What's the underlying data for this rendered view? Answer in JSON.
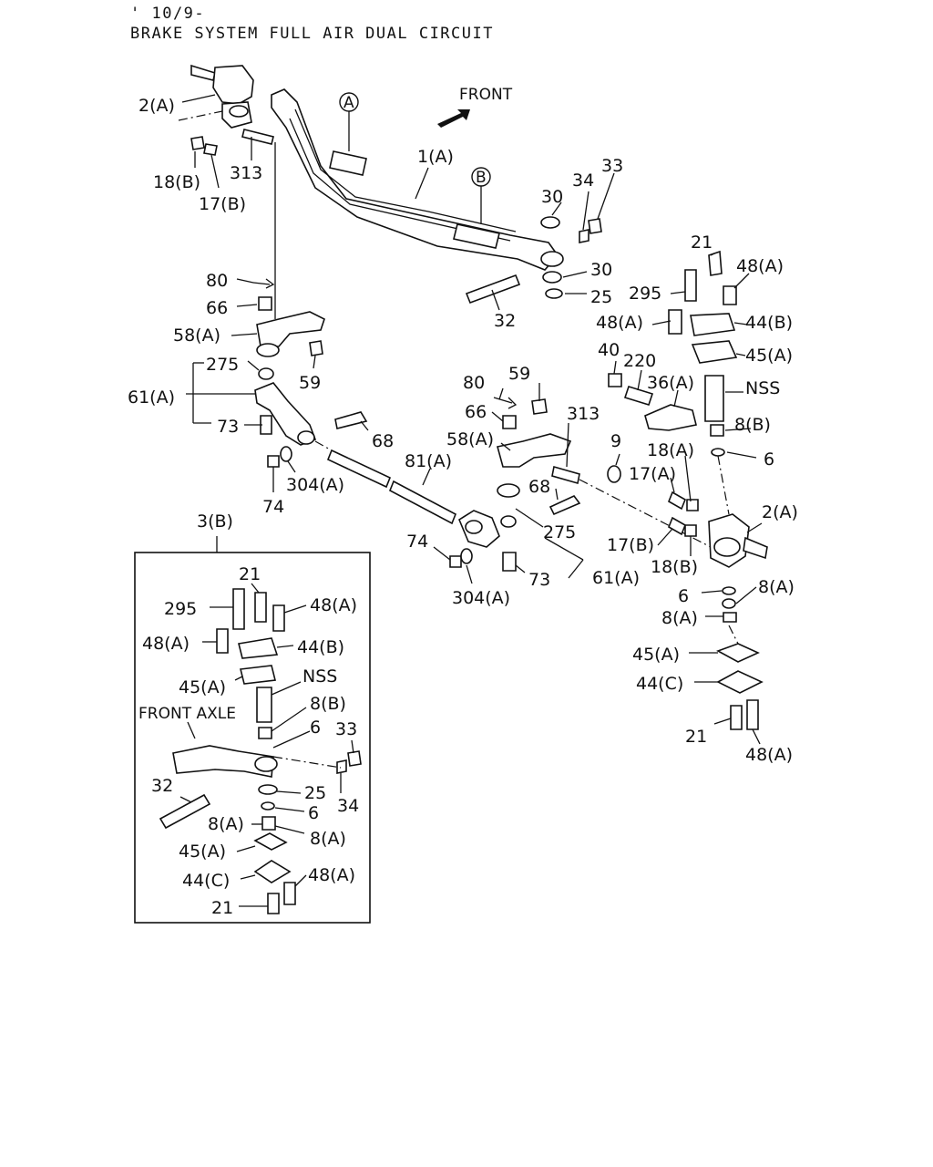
{
  "header": {
    "date_code": "' 10/9-",
    "title": "BRAKE SYSTEM FULL AIR DUAL CIRCUIT"
  },
  "front_label": "FRONT",
  "markers": {
    "a": "A",
    "b": "B"
  },
  "inset": {
    "ref": "3(B)",
    "front_axle": "FRONT AXLE"
  },
  "callouts": {
    "c2a_left": "2(A)",
    "c18b_left": "18(B)",
    "c17b_left": "17(B)",
    "c313_left": "313",
    "c1a": "1(A)",
    "c30_top": "30",
    "c34": "34",
    "c33": "33",
    "c30_mid": "30",
    "c25": "25",
    "c32": "32",
    "c80_left": "80",
    "c66_left": "66",
    "c58a_left": "58(A)",
    "c275_left": "275",
    "c59_left": "59",
    "c61a_left": "61(A)",
    "c73_left": "73",
    "c68_left": "68",
    "c74_left": "74",
    "c304a_left": "304(A)",
    "c81a": "81(A)",
    "c80_mid": "80",
    "c59_mid": "59",
    "c66_mid": "66",
    "c313_mid": "313",
    "c58a_mid": "58(A)",
    "c68_mid": "68",
    "c275_mid": "275",
    "c74_mid": "74",
    "c304a_mid": "304(A)",
    "c73_mid": "73",
    "c61a_mid": "61(A)",
    "c21_right": "21",
    "c48a_right_top": "48(A)",
    "c295_right": "295",
    "c48a_right_left": "48(A)",
    "c44b_right": "44(B)",
    "c40": "40",
    "c45a_right": "45(A)",
    "c220": "220",
    "c36a": "36(A)",
    "cNSS_right": "NSS",
    "c8b_right": "8(B)",
    "c18a_right": "18(A)",
    "c6_right_top": "6",
    "c9": "9",
    "c17a_right": "17(A)",
    "c2a_right": "2(A)",
    "c17b_right": "17(B)",
    "c18b_right": "18(B)",
    "c6_right_mid": "6",
    "c8a_right_1": "8(A)",
    "c8a_right_2": "8(A)",
    "c45a_right_bot": "45(A)",
    "c44c_right": "44(C)",
    "c21_right_bot": "21",
    "c48a_right_bot": "48(A)",
    "i21_top": "21",
    "i295": "295",
    "i48a_top": "48(A)",
    "i48a_left": "48(A)",
    "i44b": "44(B)",
    "i45a_top": "45(A)",
    "iNSS": "NSS",
    "i8b": "8(B)",
    "i6_top": "6",
    "i33": "33",
    "i32": "32",
    "i25": "25",
    "i34": "34",
    "i6_mid": "6",
    "i8a_left": "8(A)",
    "i8a_right": "8(A)",
    "i45a_bot": "45(A)",
    "i44c": "44(C)",
    "i48a_bot": "48(A)",
    "i21_bot": "21"
  }
}
